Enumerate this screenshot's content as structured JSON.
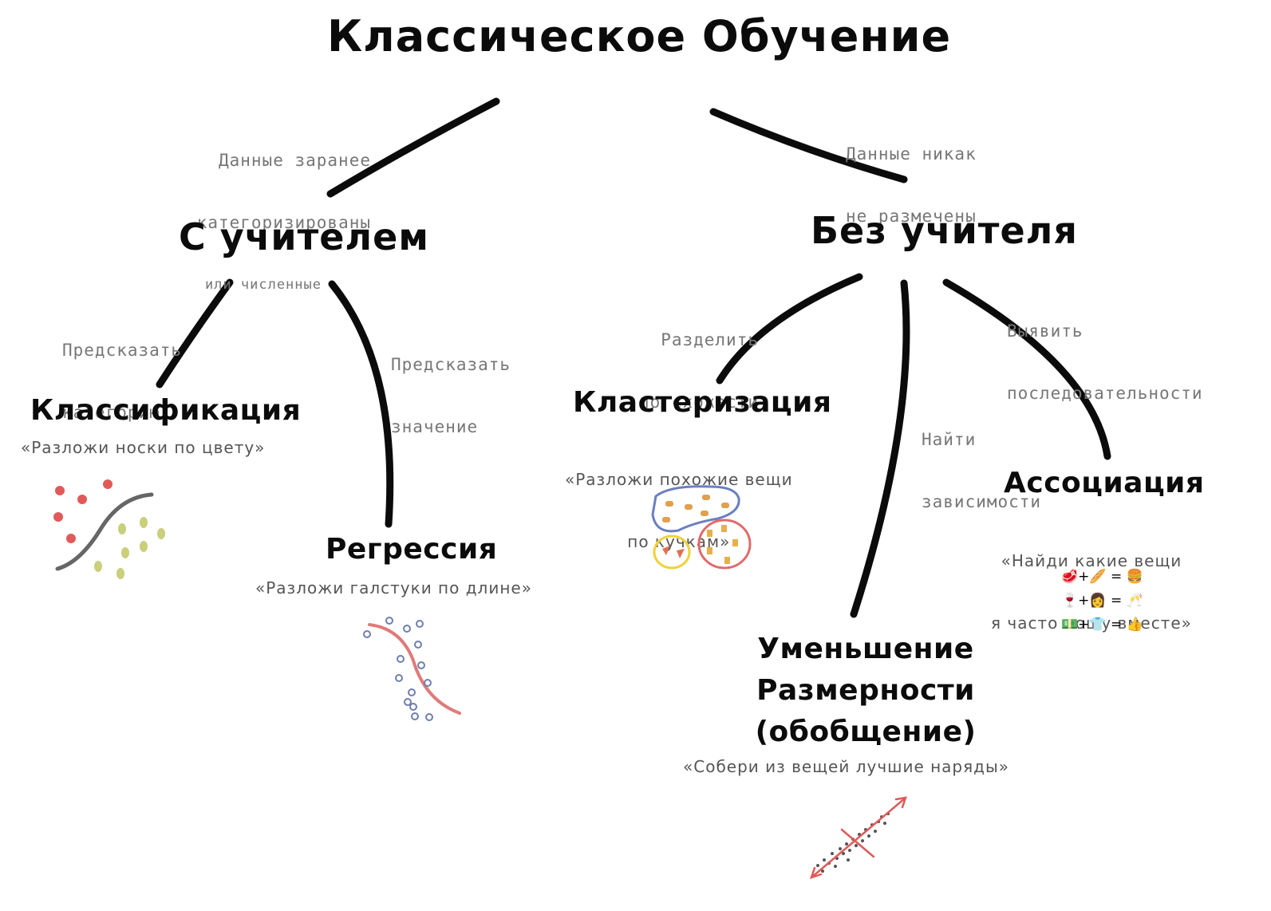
{
  "title": "Классическое Обучение",
  "supervised": {
    "label": "С учителем",
    "edge_text": [
      "Данные заранее",
      "категоризированы"
    ],
    "edge_text_small": "или численные",
    "classification": {
      "edge": [
        "Предсказать",
        "категорию"
      ],
      "label": "Классификация",
      "quote": "«Разложи носки по цвету»"
    },
    "regression": {
      "edge": [
        "Предсказать",
        "значение"
      ],
      "label": "Регрессия",
      "quote": "«Разложи галстуки по длине»"
    }
  },
  "unsupervised": {
    "label": "Без учителя",
    "edge_text": [
      "Данные никак",
      "не размечены"
    ],
    "clustering": {
      "edge": [
        "Разделить",
        "по схожести"
      ],
      "label": "Кластеризация",
      "quote": [
        "«Разложи похожие вещи",
        "по кучкам»"
      ]
    },
    "dimensionality": {
      "edge": [
        "Найти",
        "зависимости"
      ],
      "label": [
        "Уменьшение",
        "Размерности",
        "(обобщение)"
      ],
      "quote": "«Собери из вещей лучшие наряды»"
    },
    "association": {
      "edge": [
        "Выявить",
        "последовательности"
      ],
      "label": "Ассоциация",
      "quote": [
        "«Найди какие вещи",
        "я часто ношу вместе»"
      ]
    }
  },
  "colors": {
    "line": "#0b0b0b",
    "regression_curve": "#e07a7a",
    "regression_points": "#6f7fb0",
    "classification_curve": "#666666",
    "cluster_blue": "#6b7fc0",
    "cluster_red": "#e06b6b",
    "cluster_yellow": "#f0d23a"
  },
  "icons": [
    "apple-icon",
    "pear-icon",
    "burger-icon",
    "beer-icon",
    "pizza-icon",
    "meat-icon",
    "baguette-icon",
    "wine-icon",
    "person-icon",
    "cheers-icon",
    "money-icon",
    "shirt-icon",
    "thumbs-up-icon"
  ]
}
